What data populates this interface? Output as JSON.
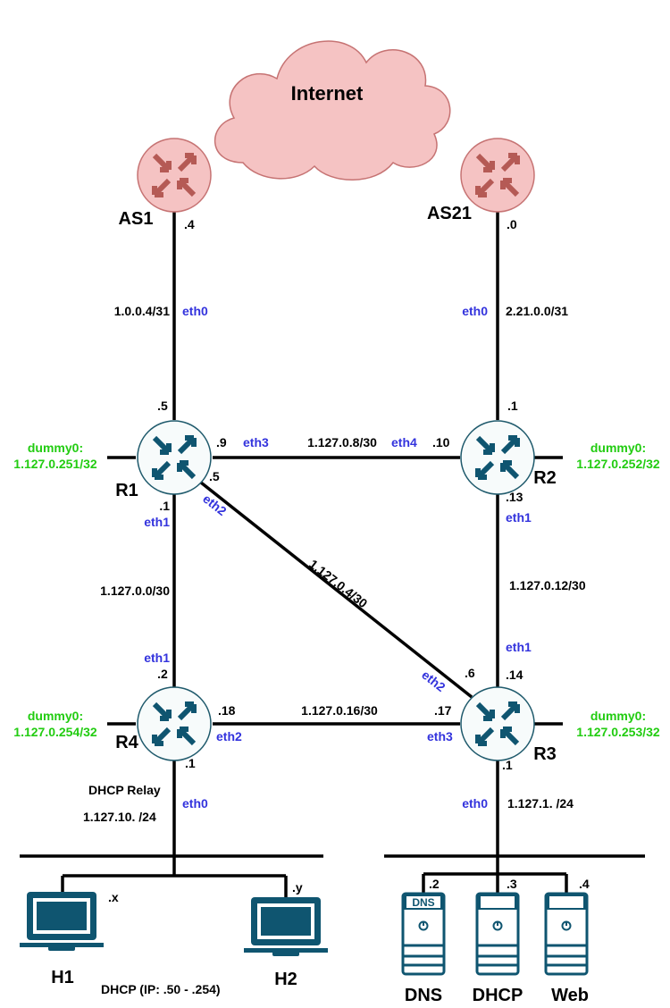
{
  "internet": {
    "label": "Internet"
  },
  "routers": {
    "as1": {
      "name": "AS1",
      "ip": ".4"
    },
    "as21": {
      "name": "AS21",
      "ip": ".0"
    },
    "r1": {
      "name": "R1",
      "ip_up": ".5",
      "ip_right": ".9",
      "ip_diag": ".5",
      "ip_down": ".1",
      "dummy_label": "dummy0:",
      "dummy_ip": "1.127.0.251/32"
    },
    "r2": {
      "name": "R2",
      "ip_up": ".1",
      "ip_left": ".10",
      "ip_down": ".13",
      "dummy_label": "dummy0:",
      "dummy_ip": "1.127.0.252/32"
    },
    "r3": {
      "name": "R3",
      "ip_up": ".14",
      "ip_diag": ".6",
      "ip_left": ".17",
      "ip_down": ".1",
      "dummy_label": "dummy0:",
      "dummy_ip": "1.127.0.253/32"
    },
    "r4": {
      "name": "R4",
      "ip_up": ".2",
      "ip_right": ".18",
      "ip_down": ".1",
      "role": "DHCP Relay",
      "dummy_label": "dummy0:",
      "dummy_ip": "1.127.0.254/32"
    }
  },
  "links": {
    "as1_r1": {
      "subnet": "1.0.0.4/31",
      "iface": "eth0"
    },
    "as21_r2": {
      "subnet": "2.21.0.0/31",
      "iface": "eth0"
    },
    "r1_r2": {
      "subnet": "1.127.0.8/30",
      "iface_r1": "eth3",
      "iface_r2": "eth4"
    },
    "r1_r3": {
      "subnet": "1.127.0.4/30",
      "iface_r1": "eth2",
      "iface_r3": "eth2"
    },
    "r1_r4": {
      "subnet": "1.127.0.0/30",
      "iface_r1": "eth1",
      "iface_r4": "eth1"
    },
    "r2_r3": {
      "subnet": "1.127.0.12/30",
      "iface_r2": "eth1",
      "iface_r3": "eth1"
    },
    "r4_r3": {
      "subnet": "1.127.0.16/30",
      "iface_r4": "eth2",
      "iface_r3": "eth3"
    },
    "r4_lan": {
      "subnet": "1.127.10. /24",
      "iface": "eth0"
    },
    "r3_lan": {
      "subnet": "1.127.1. /24",
      "iface": "eth0"
    }
  },
  "hosts": {
    "h1": {
      "name": "H1",
      "ip": ".x"
    },
    "h2": {
      "name": "H2",
      "ip": ".y"
    },
    "dhcp_note": "DHCP (IP: .50 - .254)"
  },
  "servers": {
    "dns": {
      "name": "DNS",
      "ip": ".2",
      "badge": "DNS"
    },
    "dhcp": {
      "name": "DHCP",
      "ip": ".3"
    },
    "web": {
      "name": "Web",
      "ip": ".4"
    }
  },
  "colors": {
    "router_fill": "#f7fbfb",
    "router_stroke": "#1f5a6c",
    "router_arrow": "#0f5570",
    "as_fill": "#f5c3c3",
    "as_stroke": "#c67373",
    "as_arrow": "#b55a55",
    "cloud_fill": "#f5c3c3",
    "cloud_stroke": "#c67373",
    "device_fill": "#0f5570",
    "label_blue": "#3333dd",
    "label_green": "#22cc11"
  }
}
